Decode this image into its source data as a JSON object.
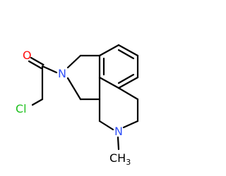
{
  "molecule": {
    "atoms": {
      "oxygen": {
        "label": "O",
        "color": "#ff0d0d"
      },
      "chlorine": {
        "label": "Cl",
        "color": "#1fc01f"
      },
      "amide_nitrogen": {
        "label": "N",
        "color": "#3050f8"
      },
      "amine_nitrogen": {
        "label": "N",
        "color": "#3050f8"
      },
      "methyl": {
        "label": "CH",
        "subscript": "3",
        "color": "#000000"
      }
    },
    "bond_color": "#000000"
  }
}
